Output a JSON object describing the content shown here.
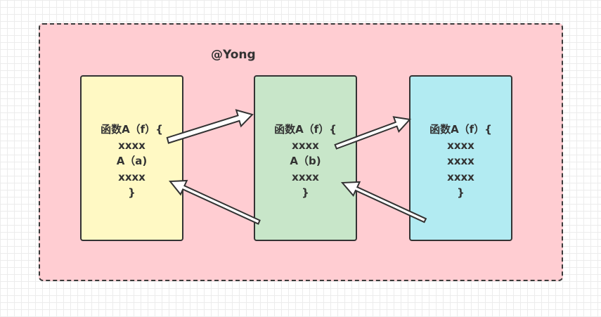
{
  "watermark": "@Yong",
  "boxes": [
    {
      "lines": [
        "函数A（f）{",
        "xxxx",
        "A（a)",
        "xxxx",
        "}"
      ]
    },
    {
      "lines": [
        "函数A（f）{",
        "xxxx",
        "A（b)",
        "xxxx",
        "}"
      ]
    },
    {
      "lines": [
        "函数A（f）{",
        "xxxx",
        "xxxx",
        "xxxx",
        "}"
      ]
    }
  ],
  "colors": {
    "container_fill": "#ffcdd2",
    "box_a_fill": "#fff9c4",
    "box_b_fill": "#c8e6c9",
    "box_c_fill": "#b2ebf2",
    "stroke": "#333333",
    "arrow_fill": "#ffffff"
  }
}
